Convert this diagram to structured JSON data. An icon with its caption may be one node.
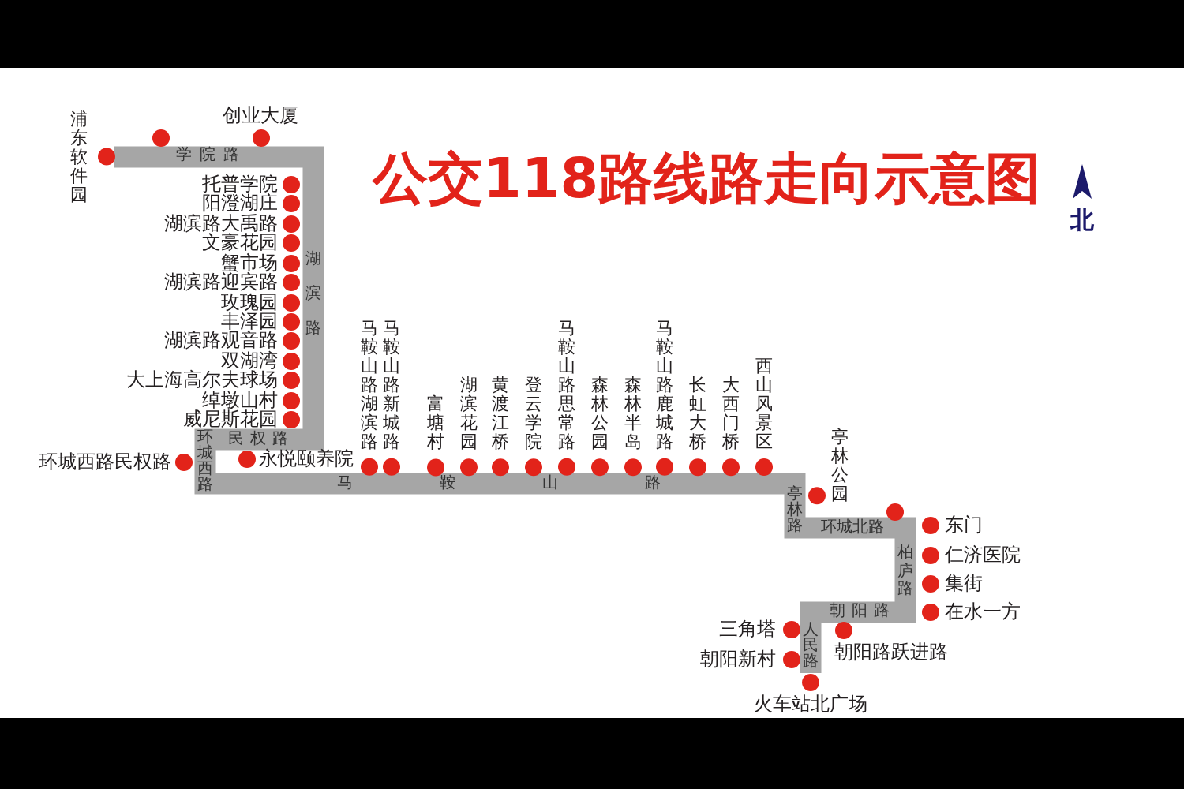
{
  "diagram": {
    "title": "公交118路线路走向示意图",
    "nodes": [
      {
        "text": [
          "浦东软件园"
        ]
      },
      {
        "text": [],
        "shape": "circle"
      },
      {
        "text": [
          "创业大厦"
        ]
      },
      {
        "text": [
          "托普学院"
        ]
      },
      {
        "text": [
          "阳澄湖庄"
        ]
      },
      {
        "text": [
          "湖滨路大禹路"
        ]
      },
      {
        "text": [
          "文豪花园"
        ]
      },
      {
        "text": [
          "蟹市场"
        ]
      },
      {
        "text": [
          "湖滨路迎宾路"
        ]
      },
      {
        "text": [
          "玫瑰园"
        ]
      },
      {
        "text": [
          "丰泽园"
        ]
      },
      {
        "text": [
          "湖滨路观音路"
        ]
      },
      {
        "text": [
          "双湖湾"
        ]
      },
      {
        "text": [
          "大上海高尔夫球场"
        ]
      },
      {
        "text": [
          "绰墩山村"
        ]
      },
      {
        "text": [
          "威尼斯花园"
        ]
      },
      {
        "text": [
          "环城西路民权路"
        ]
      },
      {
        "text": [
          "永悦颐养院"
        ]
      },
      {
        "text": [
          "马鞍山路湖滨路"
        ]
      },
      {
        "text": [
          "马鞍山路新城路"
        ]
      },
      {
        "text": [
          "富塘村"
        ]
      },
      {
        "text": [
          "湖滨花园"
        ]
      },
      {
        "text": [
          "黄渡江桥"
        ]
      },
      {
        "text": [
          "登云学院"
        ]
      },
      {
        "text": [
          "马鞍山路思常路"
        ]
      },
      {
        "text": [
          "森林公园"
        ]
      },
      {
        "text": [
          "森林半岛"
        ]
      },
      {
        "text": [
          "马鞍山路鹿城路"
        ]
      },
      {
        "text": [
          "长虹大桥"
        ]
      },
      {
        "text": [
          "大西门桥"
        ]
      },
      {
        "text": [
          "西山风景区"
        ]
      },
      {
        "text": [
          "亭林公园"
        ]
      },
      {
        "text": [],
        "shape": "circle"
      },
      {
        "text": [
          "东门"
        ]
      },
      {
        "text": [
          "仁济医院"
        ]
      },
      {
        "text": [
          "集街"
        ]
      },
      {
        "text": [
          "在水一方"
        ]
      },
      {
        "text": [
          "三角塔"
        ]
      },
      {
        "text": [
          "朝阳路跃进路"
        ]
      },
      {
        "text": [
          "朝阳新村"
        ]
      },
      {
        "text": [
          "火车站北广场"
        ]
      }
    ],
    "edges": [
      {
        "from": 0,
        "to": 40,
        "arrow": "none"
      }
    ],
    "labels": [
      "北",
      "学院路",
      "湖滨路",
      "民权路",
      "环城西路",
      "马鞍山路",
      "亭林路",
      "环城北路",
      "柏庐路",
      "朝阳路",
      "人民路"
    ]
  }
}
